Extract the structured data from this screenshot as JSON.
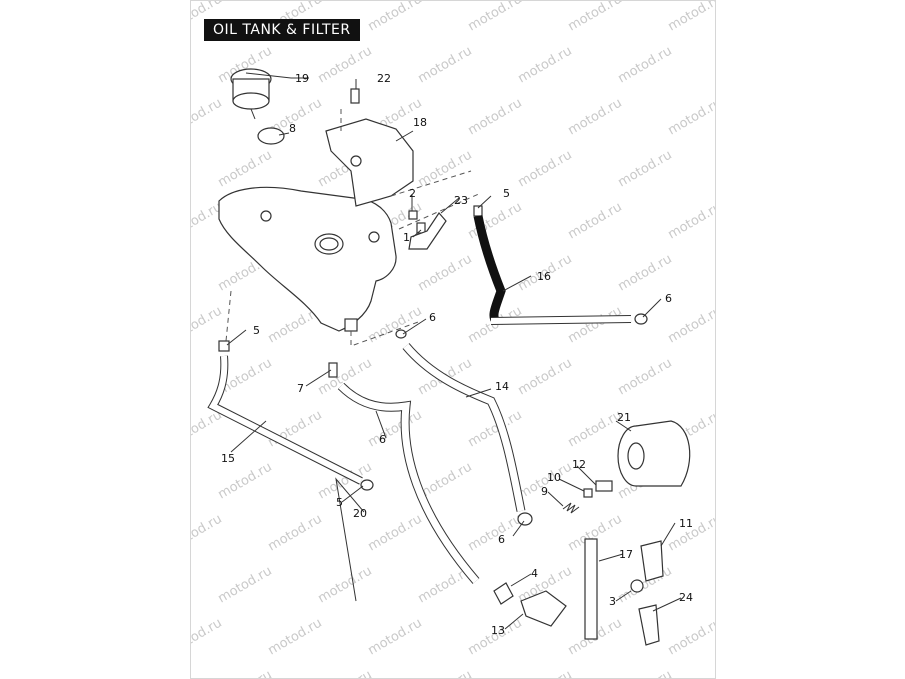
{
  "title": "OIL TANK & FILTER",
  "watermark": "motod.ru",
  "callouts": [
    "19",
    "22",
    "8",
    "18",
    "2",
    "23",
    "5",
    "1",
    "16",
    "6",
    "5",
    "6",
    "7",
    "14",
    "6",
    "15",
    "21",
    "12",
    "10",
    "9",
    "5",
    "20",
    "6",
    "11",
    "17",
    "4",
    "3",
    "24",
    "13"
  ]
}
